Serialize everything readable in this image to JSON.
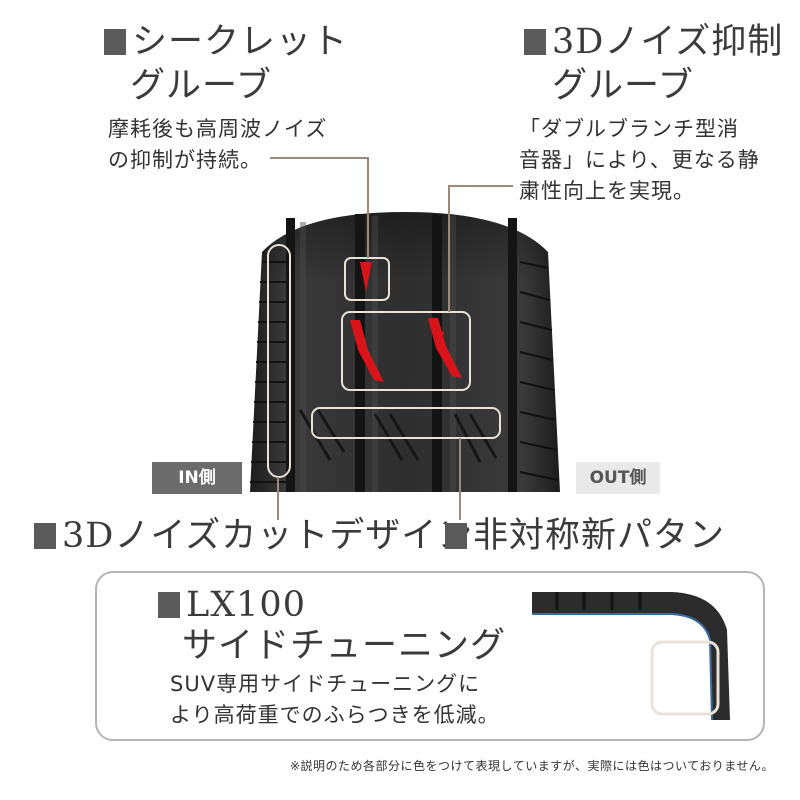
{
  "secret_groove": {
    "title_line1": "シークレット",
    "title_line2": "グルーブ",
    "desc_line1": "摩耗後も高周波ノイズ",
    "desc_line2": "の抑制が持続。"
  },
  "noise3d_groove": {
    "title_line1": "3Dノイズ抑制",
    "title_line2": "グルーブ",
    "desc_line1": "「ダブルブランチ型消",
    "desc_line2": "音器」により、更なる静",
    "desc_line3": "粛性向上を実現。"
  },
  "labels": {
    "in_side": "IN側",
    "out_side": "OUT側",
    "noise_cut": "3Dノイズカットデザイン",
    "asym_pattern": "非対称新パタン"
  },
  "panel": {
    "title_line1": "LX100",
    "title_line2": "サイドチューニング",
    "desc_line1": "SUV専用サイドチューニングに",
    "desc_line2": "より高荷重でのふらつきを低減。"
  },
  "footnote": "※説明のため各部分に色をつけて表現していますが、実際には色はついておりません。",
  "colors": {
    "accent_red": "#d8141a",
    "callout_line": "#9c8b7a",
    "tire": "#2a2a2a"
  }
}
